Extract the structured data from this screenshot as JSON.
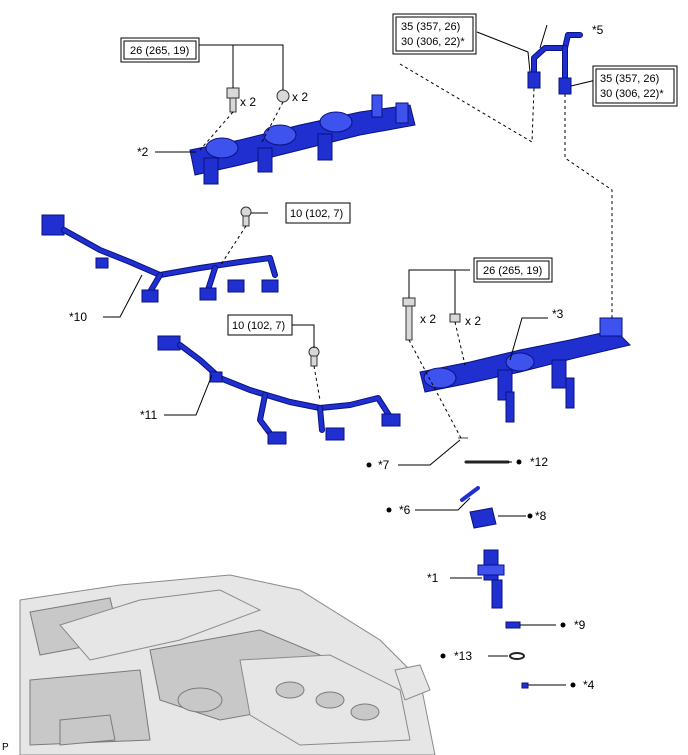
{
  "callouts": {
    "c1": "*1",
    "c2": "*2",
    "c3": "*3",
    "c4": "*4",
    "c5": "*5",
    "c6": "*6",
    "c7": "*7",
    "c8": "*8",
    "c9": "*9",
    "c10": "*10",
    "c11": "*11",
    "c12": "*12",
    "c13": "*13"
  },
  "quantities": {
    "bolt_top": "x 2",
    "nut_top": "x 2",
    "bolt_right": "x 2",
    "nut_right": "x 2"
  },
  "torques": {
    "rail_top_bolts": "26 (265, 19)",
    "rail_right_bolts": "26 (265, 19)",
    "harness10_bolt": "10 (102, 7)",
    "harness11_bolt": "10 (102, 7)",
    "fuel_pipe_left_line1": "35 (357, 26)",
    "fuel_pipe_left_line2": "30 (306, 22)*",
    "fuel_pipe_right_line1": "35 (357, 26)",
    "fuel_pipe_right_line2": "30 (306, 22)*"
  },
  "corner_mark": "P",
  "colors": {
    "part": "#1f2fd0",
    "engine": "#e6e6e6"
  }
}
